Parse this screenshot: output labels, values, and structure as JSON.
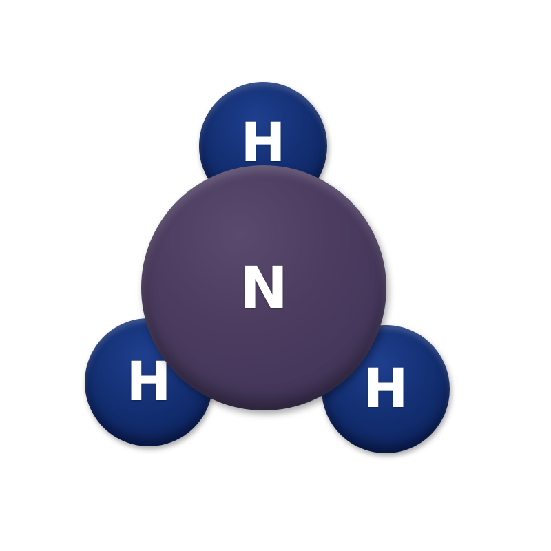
{
  "molecule": {
    "atoms": [
      {
        "id": "h1",
        "symbol": "H"
      },
      {
        "id": "h2",
        "symbol": "H"
      },
      {
        "id": "h3",
        "symbol": "H"
      },
      {
        "id": "n",
        "symbol": "N"
      }
    ]
  },
  "colors": {
    "hydrogen": "#163379",
    "nitrogen": "#463a5c",
    "label": "#ffffff",
    "background": "#ffffff"
  }
}
